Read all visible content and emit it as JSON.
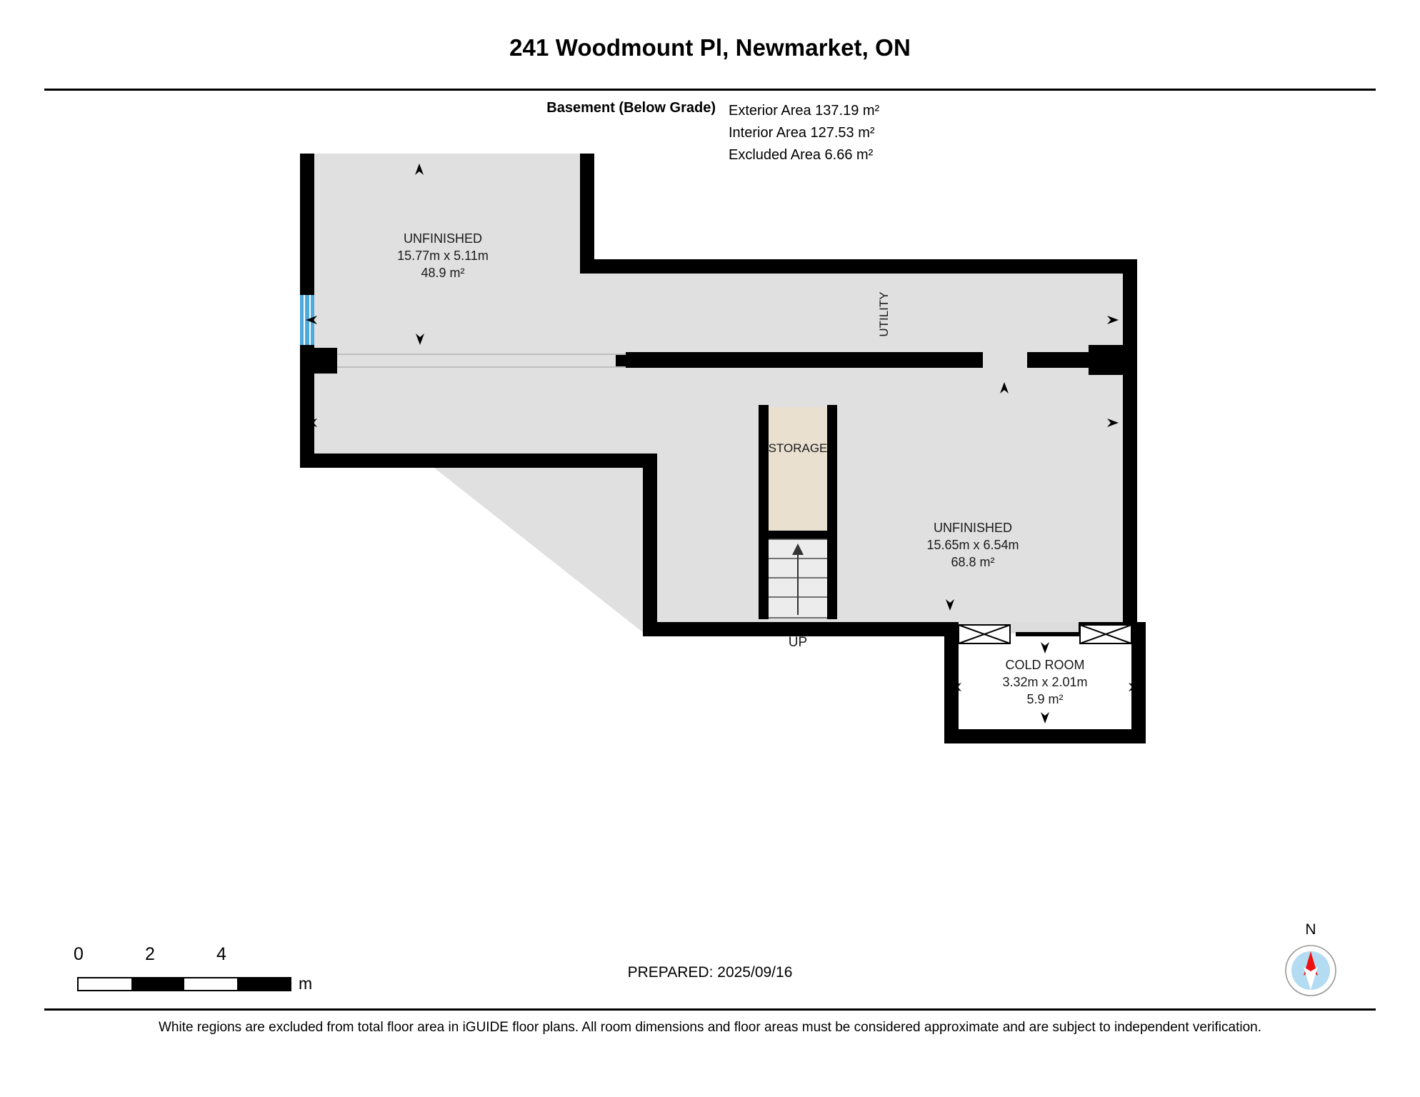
{
  "header": {
    "title": "241 Woodmount Pl, Newmarket, ON",
    "level_label": "Basement (Below Grade)",
    "exterior_area": "Exterior Area 137.19 m²",
    "interior_area": "Interior Area 127.53 m²",
    "excluded_area": "Excluded Area 6.66 m²"
  },
  "rooms": [
    {
      "name": "UNFINISHED",
      "dimensions": "15.77m x 5.11m",
      "area": "48.9 m²",
      "fill": "#e0e0e0"
    },
    {
      "name": "UNFINISHED",
      "dimensions": "15.65m x 6.54m",
      "area": "68.8 m²",
      "fill": "#e0e0e0"
    },
    {
      "name": "COLD ROOM",
      "dimensions": "3.32m x 2.01m",
      "area": "5.9 m²",
      "fill": "#ffffff"
    },
    {
      "name": "STORAGE",
      "dimensions": "",
      "area": "",
      "fill": "#e9e0d0"
    },
    {
      "name": "UTILITY",
      "dimensions": "",
      "area": "",
      "fill": "#e0e0e0"
    }
  ],
  "stairs": {
    "label": "UP"
  },
  "scale": {
    "ticks": [
      "0",
      "2",
      "4"
    ],
    "unit": "m"
  },
  "footer": {
    "prepared": "PREPARED: 2025/09/16",
    "compass_label": "N",
    "disclaimer": "White regions are excluded from total floor area in iGUIDE floor plans. All room dimensions and floor areas must be considered approximate and are subject to independent verification."
  },
  "colors": {
    "wall": "#000000",
    "floor": "#e0e0e0",
    "storage": "#e9e0d0",
    "excluded": "#ffffff",
    "window": "#4ea9dd",
    "compass_needle": "#ee1111",
    "compass_dial": "#b3dcf2"
  }
}
